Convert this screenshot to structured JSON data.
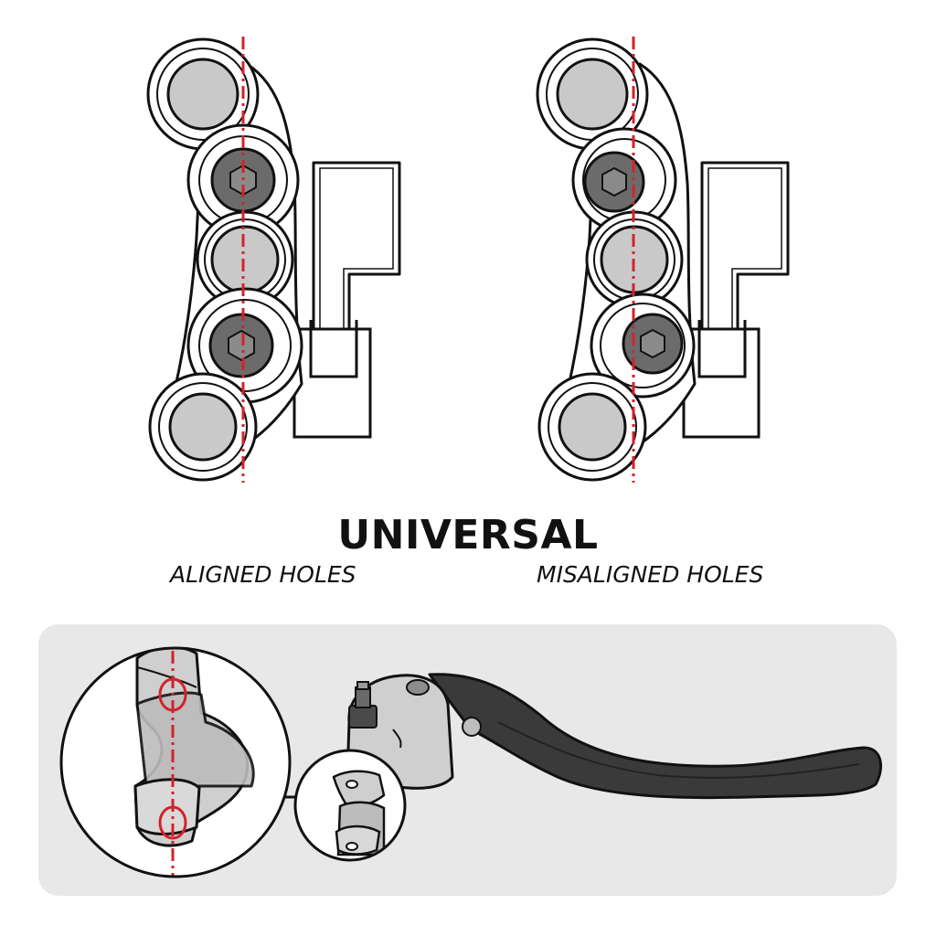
{
  "title": "UNIVERSAL",
  "captions": {
    "left": "ALIGNED HOLES",
    "right": "MISALIGNED HOLES"
  },
  "colors": {
    "guide_line": "#d2232a",
    "outline": "#111111",
    "part_fill": "#ffffff",
    "hole_fill": "#c9c9c9",
    "bolt_fill": "#6b6b6b",
    "panel_bg": "#e8e8e8",
    "lever_fill": "#3a3a3a",
    "body_fill": "#cfcfcf"
  },
  "icons": {
    "bolt": "hex-socket-bolt-icon",
    "hole_marker": "red-ellipse-marker"
  }
}
